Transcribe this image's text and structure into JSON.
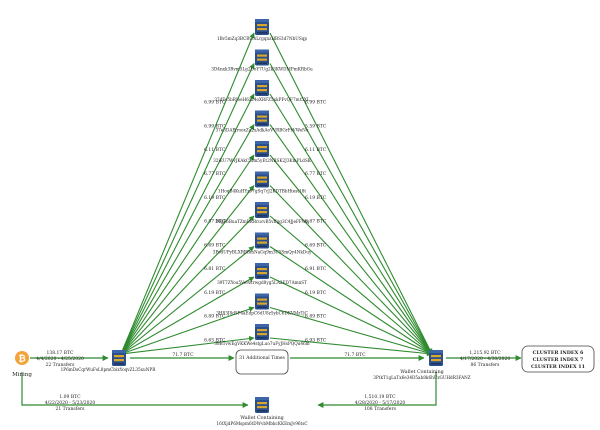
{
  "colors": {
    "edge": "#2e8b2e",
    "edge_label": "#1f5fa8",
    "node_blue": "#2b4f8c",
    "node_gold": "#d8a629",
    "bitcoin": "#f2a33a"
  },
  "icons": {
    "wallet": "server-icon",
    "mining": "bitcoin-icon"
  },
  "mining": {
    "label": "Mining"
  },
  "source_wallet": {
    "edge_in_amount": "138.17 BTC",
    "edge_in_dates": "4/4/2020 - 4/25/2020",
    "edge_in_count": "22 Transfers",
    "address": "1P6mDsCqrWuFsL8pmCbixYoqvZL35xuNPR"
  },
  "dest_wallet": {
    "title": "Wallet Containing",
    "address": "3PtkT1gLaTx6e34D5ab8k6hUzGUHdR3FANZ",
    "edge_out_amount": "1,215.92 BTC",
    "edge_out_dates": "4/17/2020 - 4/30/2020",
    "edge_out_count": "86 Transfers"
  },
  "bottom_wallet": {
    "title": "Wallet Containing",
    "address": "16tXjdP6Mspm6tDWvbMbkcKKEmJv96tsC",
    "left_amount": "1.09 BTC",
    "left_dates": "4/22/2020 - 5/23/2020",
    "left_count": "21 Transfers",
    "right_amount": "1,510.19 BTC",
    "right_dates": "4/28/2020 - 5/17/2020",
    "right_count": "108 Transfers"
  },
  "additional": {
    "label": "31 Additional Times",
    "left_amount": "71.7 BTC",
    "right_amount": "71.7 BTC"
  },
  "clusters": [
    "CLUSTER INDEX 6",
    "CLUSTER INDEX 7",
    "CLUSTER INDEX 11"
  ],
  "intermediates": [
    {
      "address": "1Bv5mZq3BCRvcsLrgqnzHBS3d7NhUSqp",
      "in_amount": "6.99 BTC",
      "out_amount": "6.99 BTC"
    },
    {
      "address": "3D4nxk3Rvm5Lg2DoY7Ug2k3KWDMFmKRbGu",
      "in_amount": "6.99 BTC",
      "out_amount": "5.59 BTC"
    },
    {
      "address": "37dFe5bRJoeH6z24oXRFZ5xkPFvQF7mt5XL",
      "in_amount": "6.11 BTC",
      "out_amount": "6.11 BTC"
    },
    {
      "address": "37e3DAPjrooxZa2xAdkAoVVRBGrFrVWeNu",
      "in_amount": "6.77 BTC",
      "out_amount": "6.77 BTC"
    },
    {
      "address": "32iEU7WvJKAkC5fm5yEt2NBSK2J3KmPLdSK",
      "in_amount": "6.19 BTC",
      "out_amount": "6.19 BTC"
    },
    {
      "address": "1HoqB4KuHYz97gSq7cJ2KDTBbHtest18t",
      "in_amount": "6.87 BTC",
      "out_amount": "6.87 BTC"
    },
    {
      "address": "34gF6BuaTZmBKRrucvB5vffgg3C4JjeFFWq",
      "in_amount": "6.69 BTC",
      "out_amount": "6.69 BTC"
    },
    {
      "address": "3PodUPyBLXRBBmNaGq9m3C5SmQy4NkDuy",
      "in_amount": "6.81 BTC",
      "out_amount": "6.91 BTC"
    },
    {
      "address": "39T7ZYou5Ve9ztrwgd8yg5LA2ED7AmnST",
      "in_amount": "6.19 BTC",
      "out_amount": "6.19 BTC"
    },
    {
      "address": "3H83J8d5P4aEdpC6dU8z5ybC6DKVMzTjC",
      "in_amount": "6.89 BTC",
      "out_amount": "6.89 BTC"
    },
    {
      "address": "38B1vwEgVKKWe4stgLuo7uFyJHsPQQu46m",
      "in_amount": "6.65 BTC",
      "out_amount": "6.93 BTC"
    }
  ]
}
